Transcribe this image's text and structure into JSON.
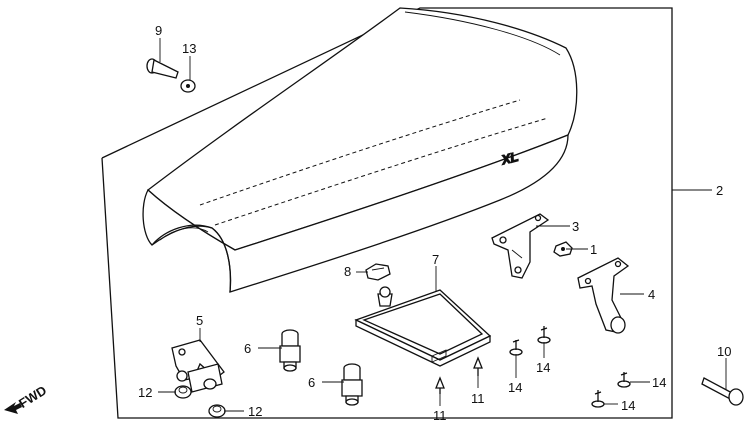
{
  "diagram": {
    "seat_logo": "XL",
    "fwd_label": "FWD",
    "callouts": {
      "c1": "1",
      "c2": "2",
      "c3": "3",
      "c4": "4",
      "c5": "5",
      "c6a": "6",
      "c6b": "6",
      "c7": "7",
      "c8": "8",
      "c9": "9",
      "c10": "10",
      "c11a": "11",
      "c11b": "11",
      "c12a": "12",
      "c12b": "12",
      "c13": "13",
      "c14a": "14",
      "c14b": "14",
      "c14c": "14",
      "c14d": "14"
    }
  }
}
